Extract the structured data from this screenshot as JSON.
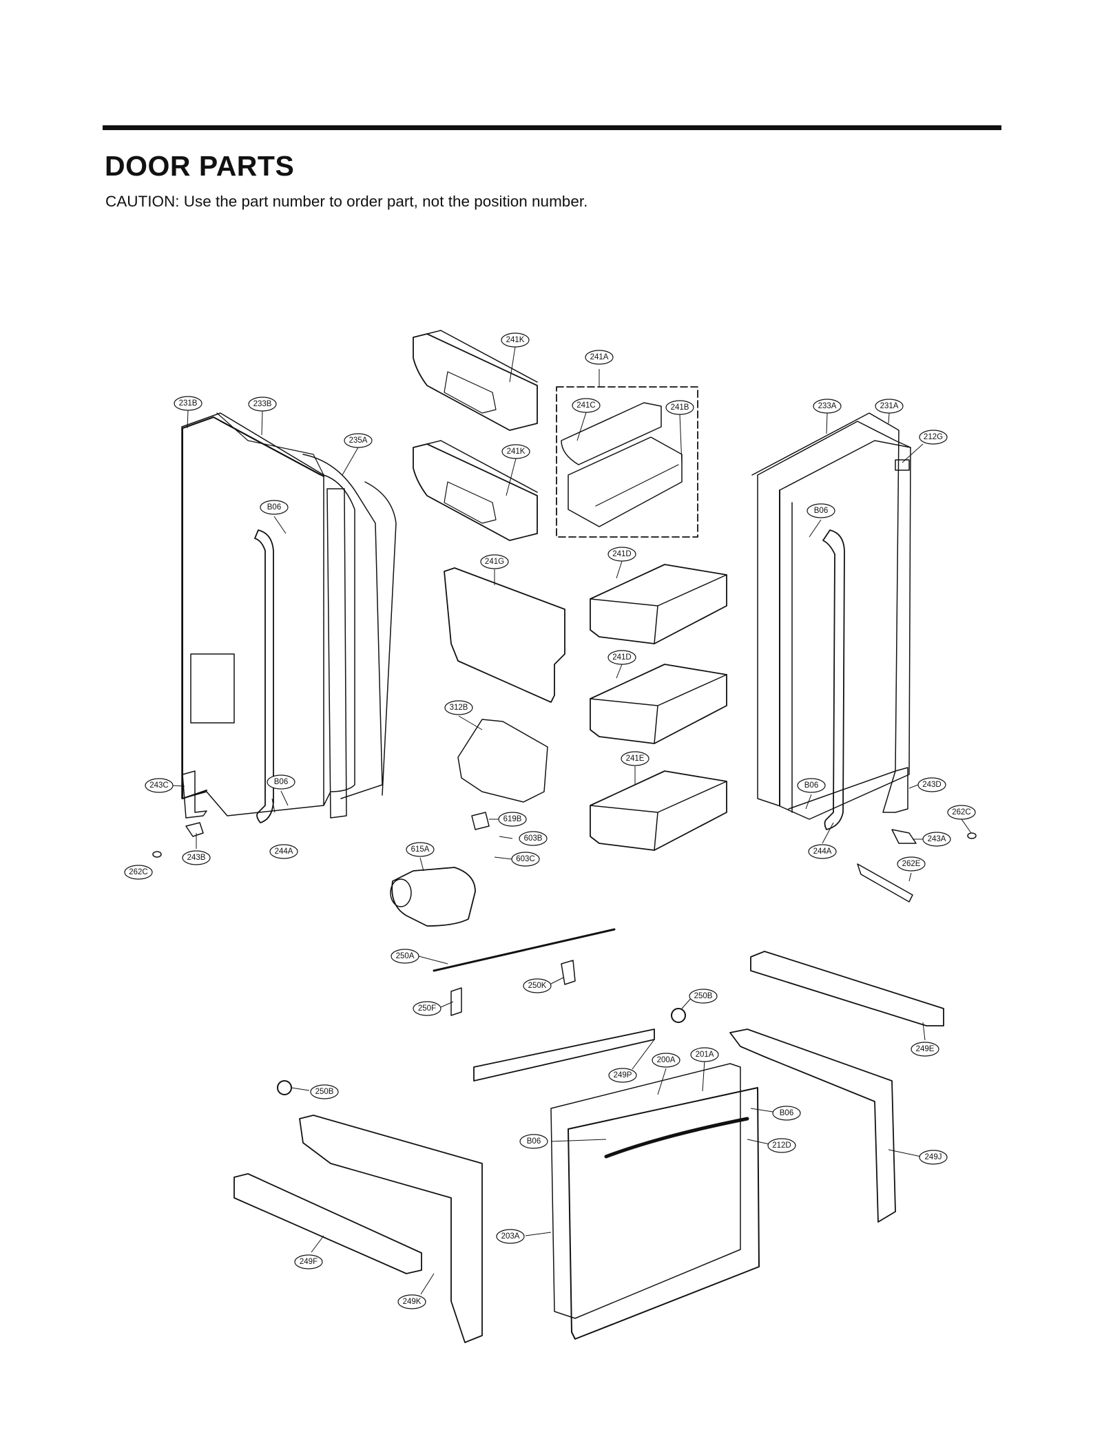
{
  "header": {
    "title": "DOOR PARTS",
    "caution": "CAUTION: Use the part number to order part, not the position number."
  },
  "callouts": [
    {
      "id": "c1",
      "label": "241K"
    },
    {
      "id": "c2",
      "label": "241A"
    },
    {
      "id": "c3",
      "label": "241C"
    },
    {
      "id": "c4",
      "label": "241B"
    },
    {
      "id": "c5",
      "label": "241K"
    },
    {
      "id": "c6",
      "label": "231B"
    },
    {
      "id": "c7",
      "label": "233B"
    },
    {
      "id": "c8",
      "label": "235A"
    },
    {
      "id": "c9",
      "label": "B06"
    },
    {
      "id": "c10",
      "label": "233A"
    },
    {
      "id": "c11",
      "label": "231A"
    },
    {
      "id": "c12",
      "label": "212G"
    },
    {
      "id": "c13",
      "label": "B06"
    },
    {
      "id": "c14",
      "label": "241G"
    },
    {
      "id": "c15",
      "label": "241D"
    },
    {
      "id": "c16",
      "label": "241D"
    },
    {
      "id": "c17",
      "label": "312B"
    },
    {
      "id": "c18",
      "label": "241E"
    },
    {
      "id": "c19",
      "label": "243C"
    },
    {
      "id": "c20",
      "label": "B06"
    },
    {
      "id": "c21",
      "label": "B06"
    },
    {
      "id": "c22",
      "label": "243D"
    },
    {
      "id": "c23",
      "label": "262C"
    },
    {
      "id": "c24",
      "label": "243A"
    },
    {
      "id": "c25",
      "label": "619B"
    },
    {
      "id": "c26",
      "label": "603B"
    },
    {
      "id": "c27",
      "label": "603C"
    },
    {
      "id": "c28",
      "label": "615A"
    },
    {
      "id": "c29",
      "label": "244A"
    },
    {
      "id": "c30",
      "label": "243B"
    },
    {
      "id": "c31",
      "label": "262C"
    },
    {
      "id": "c32",
      "label": "244A"
    },
    {
      "id": "c33",
      "label": "262E"
    },
    {
      "id": "c34",
      "label": "250A"
    },
    {
      "id": "c35",
      "label": "250K"
    },
    {
      "id": "c36",
      "label": "250F"
    },
    {
      "id": "c37",
      "label": "250B"
    },
    {
      "id": "c38",
      "label": "249E"
    },
    {
      "id": "c39",
      "label": "249P"
    },
    {
      "id": "c40",
      "label": "200A"
    },
    {
      "id": "c41",
      "label": "201A"
    },
    {
      "id": "c42",
      "label": "250B"
    },
    {
      "id": "c43",
      "label": "B06"
    },
    {
      "id": "c44",
      "label": "B06"
    },
    {
      "id": "c45",
      "label": "212D"
    },
    {
      "id": "c46",
      "label": "249J"
    },
    {
      "id": "c47",
      "label": "203A"
    },
    {
      "id": "c48",
      "label": "249F"
    },
    {
      "id": "c49",
      "label": "249K"
    }
  ]
}
